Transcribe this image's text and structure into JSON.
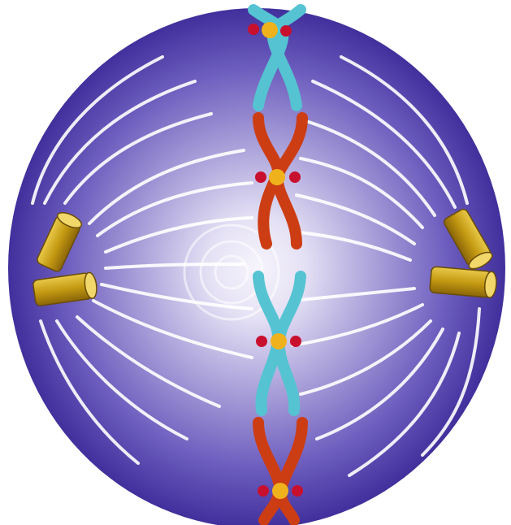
{
  "colors": {
    "background": "#ffffff",
    "cell_center": "#f4f2fb",
    "cell_mid": "#9a8fd0",
    "cell_edge": "#3e2a9a",
    "spindle_fiber": "#ffffff",
    "chromatid_blue": "#55c3d2",
    "chromatid_red": "#cc3d14",
    "centromere": "#f0b21c",
    "kinetochore": "#c8102e",
    "centriole": "#c9a21a"
  },
  "diagram": {
    "type": "cell-division-metaphase",
    "chromosomes": [
      {
        "id": "chromosome-1",
        "color": "chromatid_blue"
      },
      {
        "id": "chromosome-2",
        "color": "chromatid_red"
      },
      {
        "id": "chromosome-3",
        "color": "chromatid_blue"
      },
      {
        "id": "chromosome-4",
        "color": "chromatid_red"
      }
    ],
    "centriole_pairs": [
      {
        "id": "left-pole"
      },
      {
        "id": "right-pole"
      }
    ]
  }
}
